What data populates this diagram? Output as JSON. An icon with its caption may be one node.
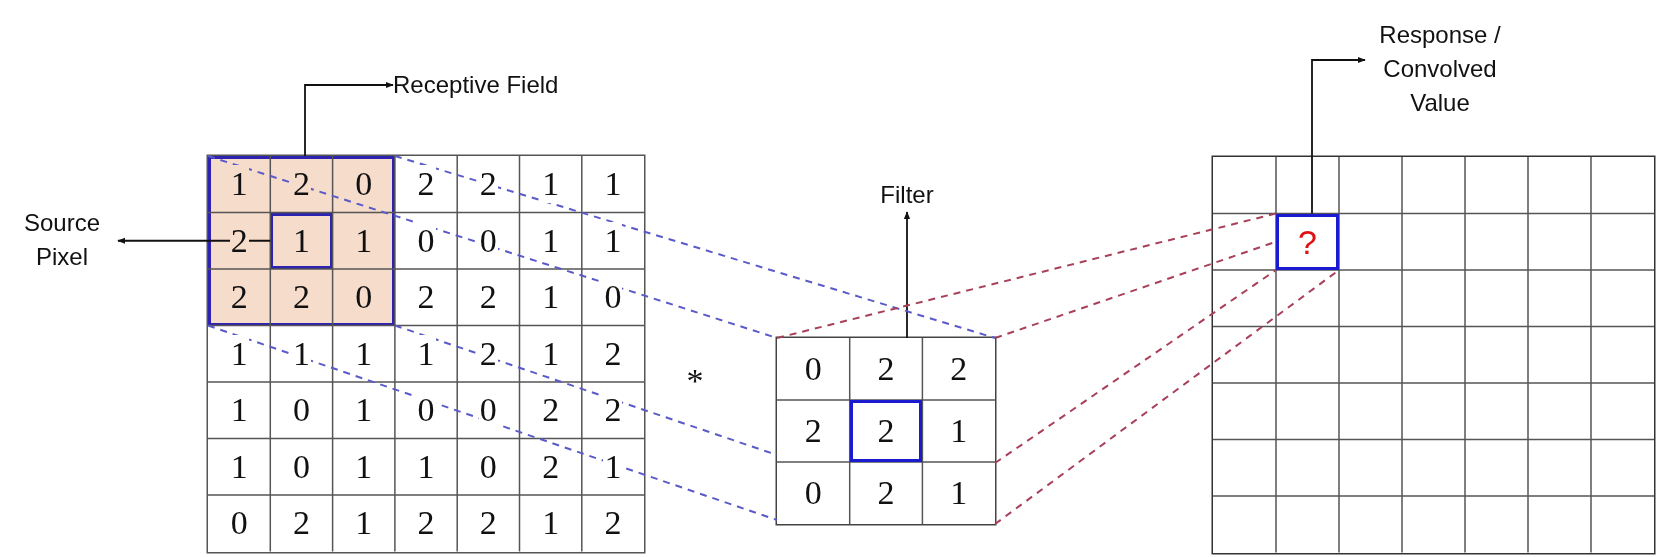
{
  "diagram": {
    "nodes": [
      {
        "text": [],
        "shape": "box"
      },
      {
        "text": [],
        "shape": "box",
        "in": 0
      },
      {
        "text": [],
        "shape": "box",
        "in": 1
      },
      {
        "text": [
          "Receptive Field"
        ]
      },
      {
        "text": [
          "Source Pixel"
        ]
      },
      {
        "text": [],
        "shape": "box"
      },
      {
        "text": [],
        "shape": "box",
        "in": 5
      },
      {
        "text": [
          "Filter"
        ]
      },
      {
        "text": [],
        "shape": "box"
      },
      {
        "text": [
          "?"
        ],
        "in": 8
      },
      {
        "text": [
          "Response / Convolved Value"
        ]
      }
    ],
    "edges": [
      {
        "from": 1,
        "to": 3,
        "arrow": "to"
      },
      {
        "from": 2,
        "to": 4,
        "arrow": "to"
      },
      {
        "from": 5,
        "to": 7,
        "arrow": "to"
      },
      {
        "from": 9,
        "to": 10,
        "arrow": "to"
      },
      {
        "from": 1,
        "to": 5,
        "arrow": "none",
        "style": "dashed",
        "color": "#5a5ac8"
      },
      {
        "from": 1,
        "to": 5,
        "arrow": "none",
        "style": "dashed",
        "color": "#5a5ac8"
      },
      {
        "from": 1,
        "to": 5,
        "arrow": "none",
        "style": "dashed",
        "color": "#5a5ac8"
      },
      {
        "from": 1,
        "to": 5,
        "arrow": "none",
        "style": "dashed",
        "color": "#5a5ac8"
      },
      {
        "from": 5,
        "to": 9,
        "arrow": "none",
        "style": "dashed",
        "color": "#a8405a"
      },
      {
        "from": 5,
        "to": 9,
        "arrow": "none",
        "style": "dashed",
        "color": "#a8405a"
      },
      {
        "from": 5,
        "to": 9,
        "arrow": "none",
        "style": "dashed",
        "color": "#a8405a"
      },
      {
        "from": 5,
        "to": 9,
        "arrow": "none",
        "style": "dashed",
        "color": "#a8405a"
      }
    ],
    "labels": [
      "1",
      "2",
      "0",
      "2",
      "2",
      "1",
      "1",
      "2",
      "1",
      "1",
      "0",
      "0",
      "1",
      "1",
      "2",
      "2",
      "0",
      "2",
      "2",
      "1",
      "0",
      "1",
      "1",
      "1",
      "1",
      "2",
      "1",
      "2",
      "1",
      "0",
      "1",
      "0",
      "0",
      "2",
      "2",
      "1",
      "0",
      "1",
      "1",
      "0",
      "2",
      "1",
      "0",
      "2",
      "1",
      "2",
      "2",
      "1",
      "2",
      "*",
      "0",
      "2",
      "2",
      "2",
      "2",
      "1",
      "0",
      "2",
      "1"
    ]
  }
}
